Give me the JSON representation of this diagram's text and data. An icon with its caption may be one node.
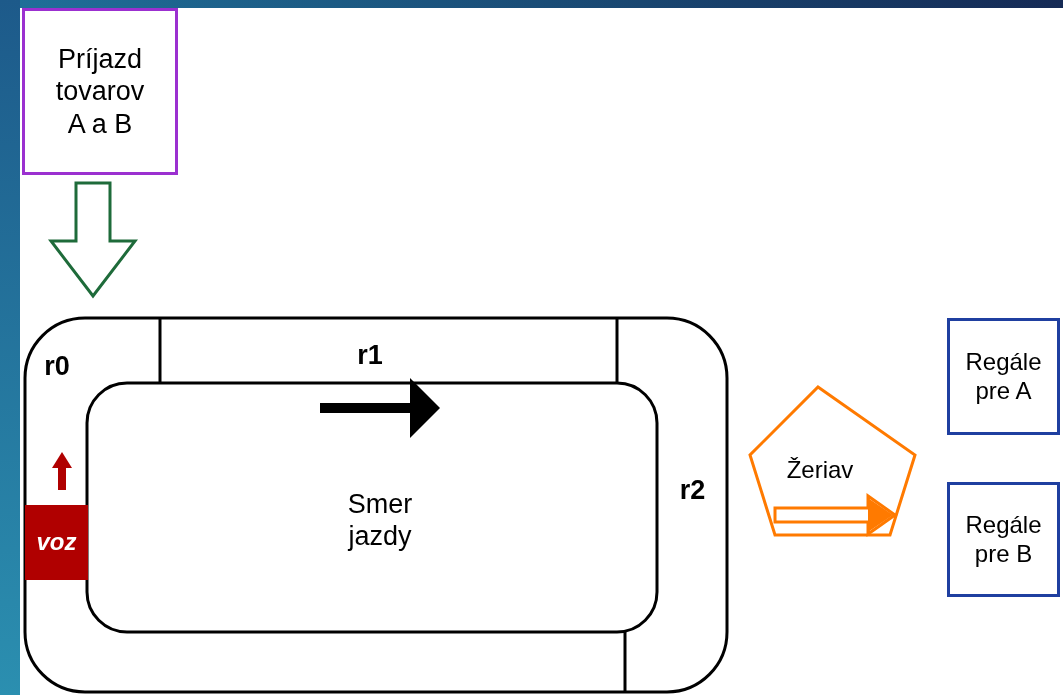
{
  "diagram": {
    "nodes": [
      {
        "text": [
          "Príjazd tovarov A a B"
        ]
      },
      {
        "text": [
          "r0"
        ]
      },
      {
        "text": [
          "r1"
        ]
      },
      {
        "text": [
          "r2"
        ]
      },
      {
        "text": [
          "Smer jazdy"
        ]
      },
      {
        "text": [
          "voz"
        ],
        "in": 1
      },
      {
        "text": [
          "Žeriav"
        ]
      },
      {
        "text": [
          "Regále pre A"
        ]
      },
      {
        "text": [
          "Regále pre B"
        ]
      }
    ],
    "edges": [
      {
        "from": 0,
        "to": 1,
        "arrow": "to"
      }
    ]
  }
}
